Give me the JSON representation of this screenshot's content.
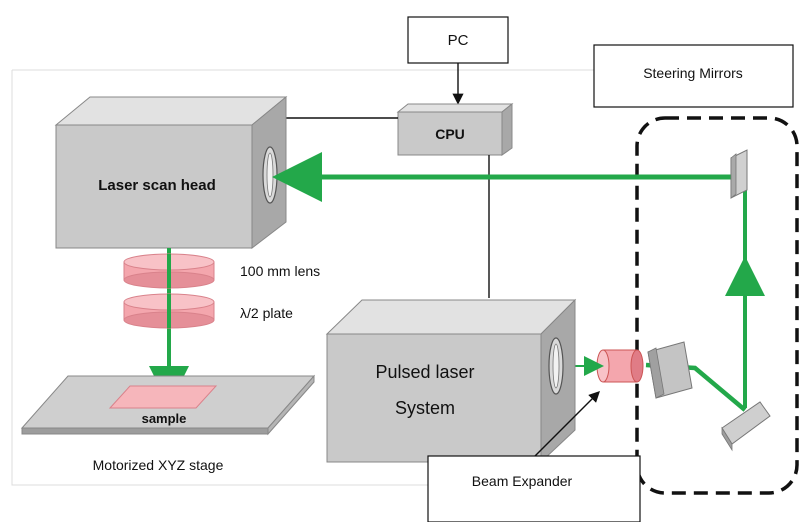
{
  "labels": {
    "pc": "PC",
    "cpu": "CPU",
    "steering_mirrors": "Steering Mirrors",
    "laser_scan_head": "Laser scan head",
    "lens": "100 mm lens",
    "half_wave_plate": "λ/2 plate",
    "sample": "sample",
    "stage": "Motorized XYZ stage",
    "pulsed_laser_line1": "Pulsed laser",
    "pulsed_laser_line2": "System",
    "beam_expander": "Beam Expander"
  },
  "colors": {
    "beam": "#23a84a",
    "box_front": "#c9c9c9",
    "box_top": "#e2e2e2",
    "box_side": "#a8a8a8",
    "optic_pink": "#f4a6ad",
    "optic_pink_dark": "#e07c86",
    "sample_pink": "#f6b6bb"
  }
}
